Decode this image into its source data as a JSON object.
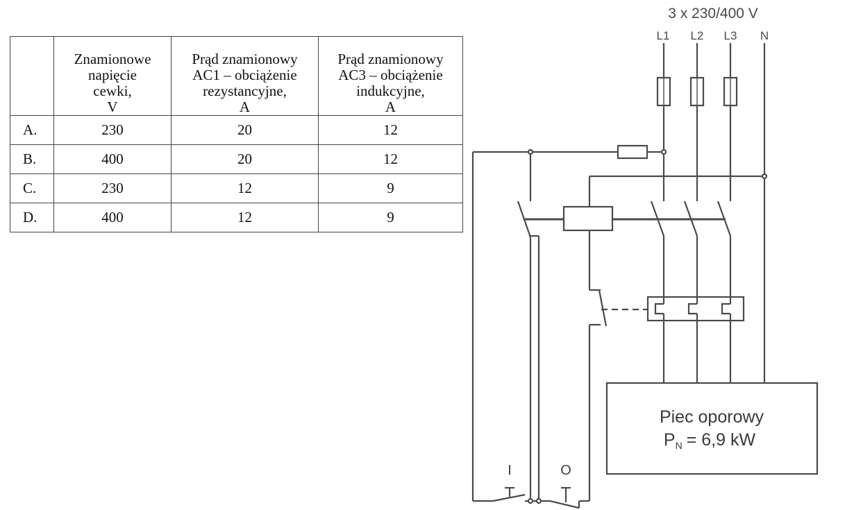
{
  "table": {
    "headers": [
      "",
      [
        "Znamionowe",
        "napięcie",
        "cewki,",
        "V"
      ],
      [
        "Prąd znamionowy",
        "AC1 – obciążenie",
        "rezystancyjne,",
        "A"
      ],
      [
        "Prąd znamionowy",
        "AC3 – obciążenie",
        "indukcyjne,",
        "A"
      ]
    ],
    "rows": [
      [
        "A.",
        "230",
        "20",
        "12"
      ],
      [
        "B.",
        "400",
        "20",
        "12"
      ],
      [
        "C.",
        "230",
        "12",
        "9"
      ],
      [
        "D.",
        "400",
        "12",
        "9"
      ]
    ]
  },
  "diagram": {
    "supply_label": "3 x 230/400 V",
    "terminals": [
      "L1",
      "L2",
      "L3",
      "N"
    ],
    "load_name": "Piec oporowy",
    "load_power": {
      "symbol": "P",
      "subscript": "N",
      "value": "= 6,9 kW"
    },
    "button_on_label": "I",
    "button_off_label": "O",
    "colors": {
      "lines": "#4a4a4a",
      "background": "#ffffff"
    }
  }
}
